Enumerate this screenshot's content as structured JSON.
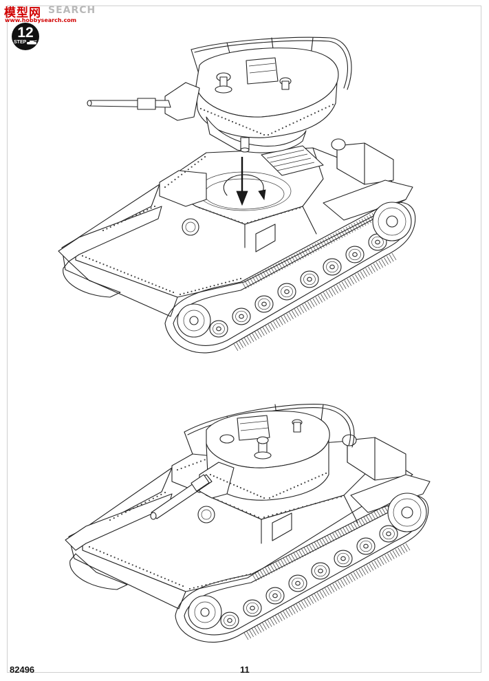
{
  "watermark": {
    "cn": "模型网",
    "en": "SEARCH",
    "url": "www.hobbysearch.com"
  },
  "step": {
    "number": "12",
    "label": "STEP",
    "icon": "tank-icon"
  },
  "footer": {
    "kit_code": "82496",
    "page_number": "11"
  },
  "icons": {
    "arrow": "down-arrow-rotate-icon",
    "tank_upper": "tank-turret-install-drawing",
    "tank_lower": "tank-assembled-drawing"
  },
  "colors": {
    "line": "#222222",
    "watermark_red": "#d10000",
    "watermark_grey": "#b9b9b9",
    "step_badge": "#111111"
  }
}
